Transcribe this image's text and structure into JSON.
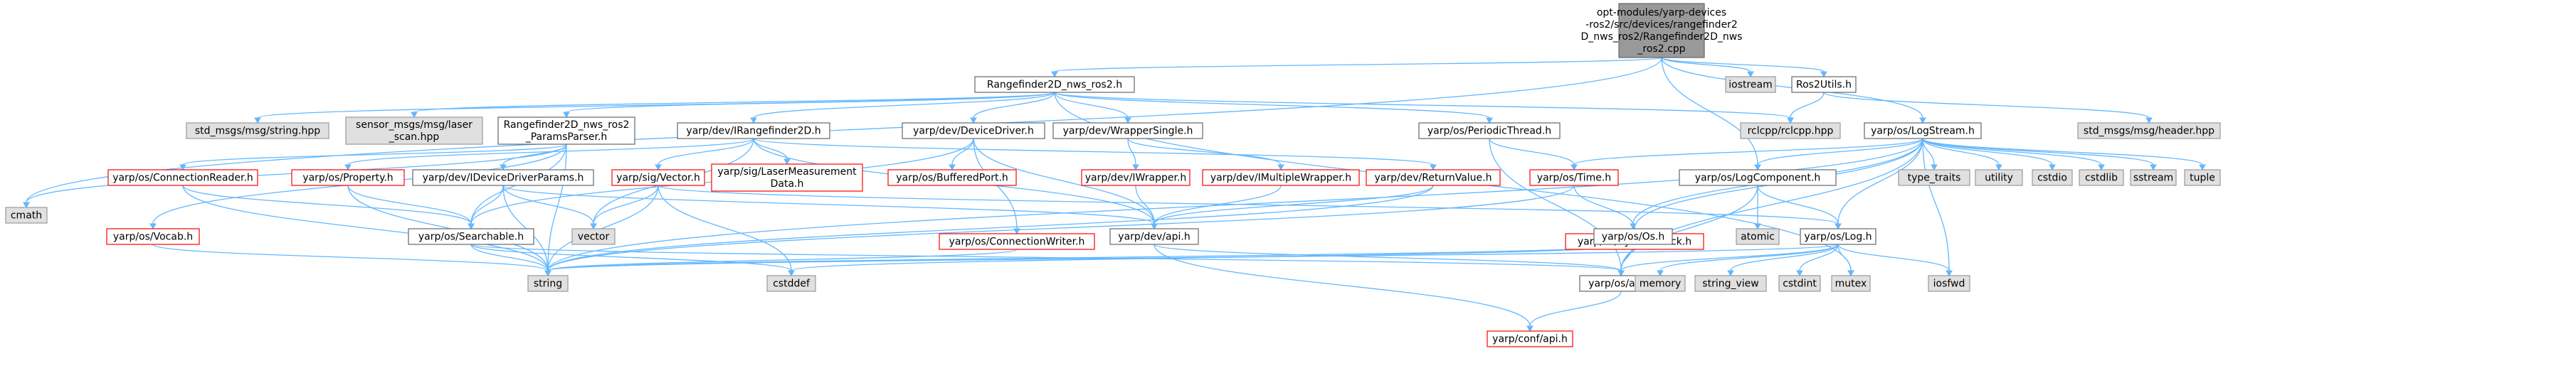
{
  "graph": {
    "nodes": [
      {
        "id": "root",
        "lines": [
          "opt-modules/yarp-devices",
          "-ros2/src/devices/rangefinder2",
          "D_nws_ros2/Rangefinder2D_nws",
          "_ros2.cpp"
        ],
        "style": "root"
      },
      {
        "id": "rf_h",
        "lines": [
          "Rangefinder2D_nws_ros2.h"
        ],
        "style": "plain"
      },
      {
        "id": "iostream",
        "lines": [
          "iostream"
        ],
        "style": "sys"
      },
      {
        "id": "ros2utils",
        "lines": [
          "Ros2Utils.h"
        ],
        "style": "plain"
      },
      {
        "id": "cmath",
        "lines": [
          "cmath"
        ],
        "style": "sys"
      },
      {
        "id": "std_string",
        "lines": [
          "std_msgs/msg/string.hpp"
        ],
        "style": "sys"
      },
      {
        "id": "laser",
        "lines": [
          "sensor_msgs/msg/laser",
          "_scan.hpp"
        ],
        "style": "sys"
      },
      {
        "id": "params",
        "lines": [
          "Rangefinder2D_nws_ros2",
          "_ParamsParser.h"
        ],
        "style": "plain"
      },
      {
        "id": "irf",
        "lines": [
          "yarp/dev/IRangefinder2D.h"
        ],
        "style": "plain"
      },
      {
        "id": "devdriver",
        "lines": [
          "yarp/dev/DeviceDriver.h"
        ],
        "style": "plain"
      },
      {
        "id": "wrapsingle",
        "lines": [
          "yarp/dev/WrapperSingle.h"
        ],
        "style": "plain"
      },
      {
        "id": "periodic",
        "lines": [
          "yarp/os/PeriodicThread.h"
        ],
        "style": "plain"
      },
      {
        "id": "rclcpp",
        "lines": [
          "rclcpp/rclcpp.hpp"
        ],
        "style": "sys"
      },
      {
        "id": "logstream",
        "lines": [
          "yarp/os/LogStream.h"
        ],
        "style": "plain"
      },
      {
        "id": "header",
        "lines": [
          "std_msgs/msg/header.hpp"
        ],
        "style": "sys"
      },
      {
        "id": "connreader",
        "lines": [
          "yarp/os/ConnectionReader.h"
        ],
        "style": "red"
      },
      {
        "id": "vocab",
        "lines": [
          "yarp/os/Vocab.h"
        ],
        "style": "red"
      },
      {
        "id": "property",
        "lines": [
          "yarp/os/Property.h"
        ],
        "style": "red"
      },
      {
        "id": "idevparams",
        "lines": [
          "yarp/dev/IDeviceDriverParams.h"
        ],
        "style": "plain"
      },
      {
        "id": "sigvector",
        "lines": [
          "yarp/sig/Vector.h"
        ],
        "style": "red"
      },
      {
        "id": "lasermeas",
        "lines": [
          "yarp/sig/LaserMeasurement",
          "Data.h"
        ],
        "style": "red"
      },
      {
        "id": "buffport",
        "lines": [
          "yarp/os/BufferedPort.h"
        ],
        "style": "red"
      },
      {
        "id": "iwrapper",
        "lines": [
          "yarp/dev/IWrapper.h"
        ],
        "style": "red"
      },
      {
        "id": "imultiwrap",
        "lines": [
          "yarp/dev/IMultipleWrapper.h"
        ],
        "style": "red"
      },
      {
        "id": "retval",
        "lines": [
          "yarp/dev/ReturnValue.h"
        ],
        "style": "red"
      },
      {
        "id": "ostime",
        "lines": [
          "yarp/os/Time.h"
        ],
        "style": "red"
      },
      {
        "id": "logcomp",
        "lines": [
          "yarp/os/LogComponent.h"
        ],
        "style": "plain"
      },
      {
        "id": "type_traits",
        "lines": [
          "type_traits"
        ],
        "style": "sys"
      },
      {
        "id": "utility",
        "lines": [
          "utility"
        ],
        "style": "sys"
      },
      {
        "id": "cstdio",
        "lines": [
          "cstdio"
        ],
        "style": "sys"
      },
      {
        "id": "cstdlib",
        "lines": [
          "cstdlib"
        ],
        "style": "sys"
      },
      {
        "id": "sstream",
        "lines": [
          "sstream"
        ],
        "style": "sys"
      },
      {
        "id": "tuple",
        "lines": [
          "tuple"
        ],
        "style": "sys"
      },
      {
        "id": "searchable",
        "lines": [
          "yarp/os/Searchable.h"
        ],
        "style": "plain"
      },
      {
        "id": "vector",
        "lines": [
          "vector"
        ],
        "style": "sys"
      },
      {
        "id": "devapi",
        "lines": [
          "yarp/dev/api.h"
        ],
        "style": "plain"
      },
      {
        "id": "connwriter",
        "lines": [
          "yarp/os/ConnectionWriter.h"
        ],
        "style": "red"
      },
      {
        "id": "sysclock",
        "lines": [
          "yarp/os/SystemClock.h"
        ],
        "style": "red"
      },
      {
        "id": "atomic",
        "lines": [
          "atomic"
        ],
        "style": "sys"
      },
      {
        "id": "osos",
        "lines": [
          "yarp/os/Os.h"
        ],
        "style": "plain"
      },
      {
        "id": "oslog",
        "lines": [
          "yarp/os/Log.h"
        ],
        "style": "plain"
      },
      {
        "id": "string",
        "lines": [
          "string"
        ],
        "style": "sys"
      },
      {
        "id": "cstddef",
        "lines": [
          "cstddef"
        ],
        "style": "sys"
      },
      {
        "id": "osapi",
        "lines": [
          "yarp/os/api.h"
        ],
        "style": "plain"
      },
      {
        "id": "memory",
        "lines": [
          "memory"
        ],
        "style": "sys"
      },
      {
        "id": "string_view",
        "lines": [
          "string_view"
        ],
        "style": "sys"
      },
      {
        "id": "cstdint",
        "lines": [
          "cstdint"
        ],
        "style": "sys"
      },
      {
        "id": "mutex",
        "lines": [
          "mutex"
        ],
        "style": "sys"
      },
      {
        "id": "iosfwd",
        "lines": [
          "iosfwd"
        ],
        "style": "sys"
      },
      {
        "id": "confapi",
        "lines": [
          "yarp/conf/api.h"
        ],
        "style": "red"
      }
    ],
    "edges": [
      [
        "root",
        "rf_h"
      ],
      [
        "root",
        "iostream"
      ],
      [
        "root",
        "ros2utils"
      ],
      [
        "root",
        "logcomp"
      ],
      [
        "root",
        "logstream"
      ],
      [
        "root",
        "cmath"
      ],
      [
        "ros2utils",
        "rclcpp"
      ],
      [
        "ros2utils",
        "header"
      ],
      [
        "rf_h",
        "std_string"
      ],
      [
        "rf_h",
        "laser"
      ],
      [
        "rf_h",
        "params"
      ],
      [
        "rf_h",
        "irf"
      ],
      [
        "rf_h",
        "devdriver"
      ],
      [
        "rf_h",
        "wrapsingle"
      ],
      [
        "rf_h",
        "periodic"
      ],
      [
        "rf_h",
        "rclcpp"
      ],
      [
        "rf_h",
        "mutex"
      ],
      [
        "params",
        "cmath"
      ],
      [
        "params",
        "connreader"
      ],
      [
        "params",
        "idevparams"
      ],
      [
        "params",
        "searchable"
      ],
      [
        "params",
        "vocab"
      ],
      [
        "params",
        "string"
      ],
      [
        "irf",
        "property"
      ],
      [
        "irf",
        "sigvector"
      ],
      [
        "irf",
        "lasermeas"
      ],
      [
        "irf",
        "devapi"
      ],
      [
        "irf",
        "vector"
      ],
      [
        "irf",
        "retval"
      ],
      [
        "devdriver",
        "buffport"
      ],
      [
        "devdriver",
        "connwriter"
      ],
      [
        "devdriver",
        "devapi"
      ],
      [
        "devdriver",
        "searchable"
      ],
      [
        "wrapsingle",
        "iwrapper"
      ],
      [
        "wrapsingle",
        "imultiwrap"
      ],
      [
        "periodic",
        "ostime"
      ],
      [
        "periodic",
        "osapi"
      ],
      [
        "logstream",
        "ostime"
      ],
      [
        "logstream",
        "logcomp"
      ],
      [
        "logstream",
        "type_traits"
      ],
      [
        "logstream",
        "utility"
      ],
      [
        "logstream",
        "cstdio"
      ],
      [
        "logstream",
        "cstdlib"
      ],
      [
        "logstream",
        "sstream"
      ],
      [
        "logstream",
        "tuple"
      ],
      [
        "logstream",
        "osos"
      ],
      [
        "logstream",
        "sysclock"
      ],
      [
        "logstream",
        "oslog"
      ],
      [
        "logstream",
        "iosfwd"
      ],
      [
        "logstream",
        "osapi"
      ],
      [
        "logstream",
        "string"
      ],
      [
        "connreader",
        "searchable"
      ],
      [
        "connreader",
        "string"
      ],
      [
        "vocab",
        "string"
      ],
      [
        "property",
        "searchable"
      ],
      [
        "property",
        "string"
      ],
      [
        "idevparams",
        "searchable"
      ],
      [
        "idevparams",
        "string"
      ],
      [
        "idevparams",
        "vector"
      ],
      [
        "idevparams",
        "devapi"
      ],
      [
        "sigvector",
        "vector"
      ],
      [
        "sigvector",
        "string"
      ],
      [
        "sigvector",
        "cstddef"
      ],
      [
        "sigvector",
        "oslog"
      ],
      [
        "iwrapper",
        "devapi"
      ],
      [
        "imultiwrap",
        "devapi"
      ],
      [
        "retval",
        "devapi"
      ],
      [
        "retval",
        "string"
      ],
      [
        "ostime",
        "sysclock"
      ],
      [
        "ostime",
        "string"
      ],
      [
        "logcomp",
        "atomic"
      ],
      [
        "logcomp",
        "oslog"
      ],
      [
        "logcomp",
        "osapi"
      ],
      [
        "searchable",
        "string"
      ],
      [
        "searchable",
        "cstddef"
      ],
      [
        "searchable",
        "osapi"
      ],
      [
        "devapi",
        "osapi"
      ],
      [
        "devapi",
        "confapi"
      ],
      [
        "connwriter",
        "string"
      ],
      [
        "osos",
        "string"
      ],
      [
        "osos",
        "cstddef"
      ],
      [
        "osos",
        "osapi"
      ],
      [
        "oslog",
        "osapi"
      ],
      [
        "oslog",
        "memory"
      ],
      [
        "oslog",
        "string_view"
      ],
      [
        "oslog",
        "cstdint"
      ],
      [
        "oslog",
        "mutex"
      ],
      [
        "oslog",
        "iosfwd"
      ],
      [
        "oslog",
        "string"
      ],
      [
        "osapi",
        "confapi"
      ]
    ]
  },
  "colors": {
    "edge": "#63b8ff",
    "plain_fill": "#ffffff",
    "plain_stroke": "#666666",
    "sys_fill": "#e0e0e0",
    "sys_stroke": "#999999",
    "red_stroke": "#ff0000",
    "root_fill": "#999999",
    "root_stroke": "#666666"
  }
}
